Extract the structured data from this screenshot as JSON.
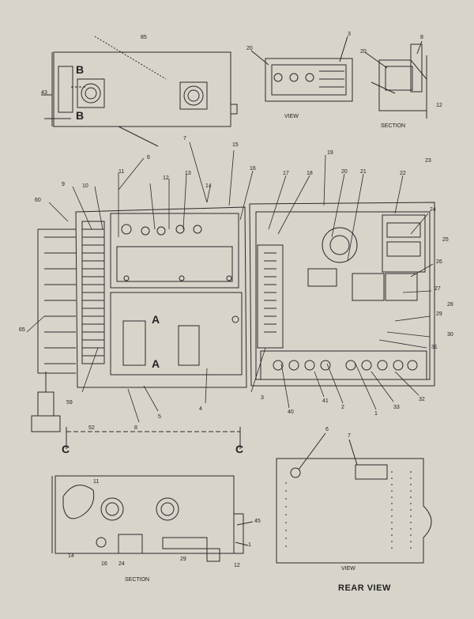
{
  "top_view": {
    "letter_b_upper": "B",
    "letter_b_lower": "B"
  },
  "section_a": {
    "letter_a_upper": "A",
    "letter_a_lower": "A"
  },
  "section_c": {
    "letter_c_left": "C",
    "letter_c_right": "C"
  },
  "callouts": {
    "top_left_85": "85",
    "top_left_43": "43",
    "top_left_20": "20",
    "top_right_8": "8",
    "top_right_12": "12",
    "top_right_3": "3",
    "top_right_20": "20",
    "main_1": "1",
    "main_2": "2",
    "main_3": "3",
    "main_4": "4",
    "main_5": "5",
    "main_6": "6",
    "main_7": "7",
    "main_8": "8",
    "main_9": "9",
    "main_10": "10",
    "main_11": "11",
    "main_12": "12",
    "main_13": "13",
    "main_14": "14",
    "main_15": "15",
    "main_16": "16",
    "main_17": "17",
    "main_18": "18",
    "main_19": "19",
    "main_20": "20",
    "main_21": "21",
    "main_22": "22",
    "main_23": "23",
    "main_24": "24",
    "main_25": "25",
    "main_26": "26",
    "main_27": "27",
    "main_28": "28",
    "main_29": "29",
    "main_30": "30",
    "main_31": "31",
    "main_32": "32",
    "main_33": "33",
    "main_40": "40",
    "main_41": "41",
    "main_52": "52",
    "main_59": "59",
    "main_60": "60",
    "main_65": "65",
    "bottom_11": "11",
    "bottom_14": "14",
    "bottom_16": "16",
    "bottom_24": "24",
    "bottom_29": "29",
    "bottom_45": "45",
    "bottom_1": "1",
    "bottom_12": "12",
    "bottom_6": "6",
    "bottom_7": "7"
  },
  "captions": {
    "view_upper": "VIEW",
    "section_upper": "SECTION",
    "section_lower": "SECTION",
    "view_lower": "VIEW",
    "rear_view": "REAR VIEW"
  }
}
